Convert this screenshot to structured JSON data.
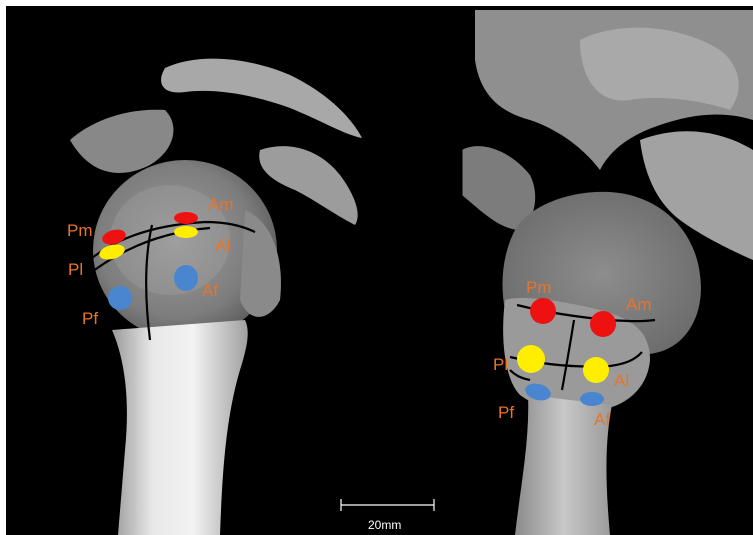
{
  "labels": {
    "left": {
      "pm": "Pm",
      "am": "Am",
      "pl": "Pl",
      "al": "Al",
      "af": "Af",
      "pf": "Pf"
    },
    "right": {
      "pm": "Pm",
      "am": "Am",
      "pl": "Pl",
      "al": "Al",
      "pf": "Pf",
      "af": "Af"
    }
  },
  "scale_bar": {
    "label": "20mm"
  },
  "colors": {
    "background": "#000000",
    "label": "#e8742a",
    "marker_m": "#ee1111",
    "marker_l": "#ffee00",
    "marker_f": "#4a86cf",
    "line": "#000000",
    "scale": "#ffffff"
  }
}
